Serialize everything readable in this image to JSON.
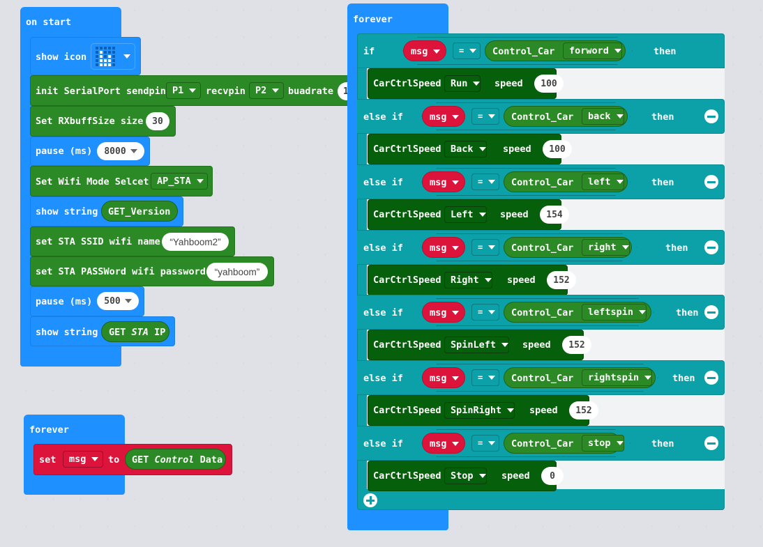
{
  "on_start": {
    "label": "on start",
    "show_icon": "show icon",
    "init_serial": {
      "label": "init SerialPort sendpin",
      "sendpin": "P1",
      "recvpin_label": "recvpin",
      "recvpin": "P2",
      "baud_label": "buadrate",
      "baud": "1"
    },
    "rx_buff": {
      "label": "Set RXbuffSize size",
      "value": "30"
    },
    "pause1": {
      "label": "pause (ms)",
      "value": "8000"
    },
    "wifi_mode": {
      "label": "Set Wifi Mode Selcet",
      "value": "AP_STA"
    },
    "show_version": {
      "label": "show string",
      "value": "GET_Version"
    },
    "ssid": {
      "label": "set STA SSID wifi name",
      "value": "Yahboom2"
    },
    "password": {
      "label": "set STA PASSWord wifi password",
      "value": "yahboom"
    },
    "pause2": {
      "label": "pause (ms)",
      "value": "500"
    },
    "show_ip": {
      "label": "show string",
      "prefix": "GET",
      "mid": "STA",
      "suffix": "IP"
    }
  },
  "forever_small": {
    "label": "forever",
    "set_label": "set",
    "var": "msg",
    "to_label": "to",
    "get_prefix": "GET",
    "get_mid": "Control",
    "get_suffix": "Data"
  },
  "forever_main": {
    "label": "forever",
    "if_label": "if",
    "elseif_label": "else if",
    "then_label": "then",
    "eq": "=",
    "var": "msg",
    "control_car": "Control_Car",
    "speed_label": "speed",
    "ctrl_label": "CarCtrlSpeed",
    "branches": [
      {
        "dir": "forword",
        "mode": "Run",
        "speed": "100"
      },
      {
        "dir": "back",
        "mode": "Back",
        "speed": "100"
      },
      {
        "dir": "left",
        "mode": "Left",
        "speed": "154"
      },
      {
        "dir": "right",
        "mode": "Right",
        "speed": "152"
      },
      {
        "dir": "leftspin",
        "mode": "SpinLeft",
        "speed": "152"
      },
      {
        "dir": "rightspin",
        "mode": "SpinRight",
        "speed": "152"
      },
      {
        "dir": "stop",
        "mode": "Stop",
        "speed": "0"
      }
    ]
  },
  "colors": {
    "basic": "#1e90ff",
    "serial": "#2b8a25",
    "logic": "#0ca0a8",
    "motor": "#065f0a",
    "variable": "#dc143c"
  },
  "icons": {
    "minus": "minus-circle-icon",
    "plus": "plus-circle-icon",
    "dropdown": "chevron-down-icon"
  }
}
